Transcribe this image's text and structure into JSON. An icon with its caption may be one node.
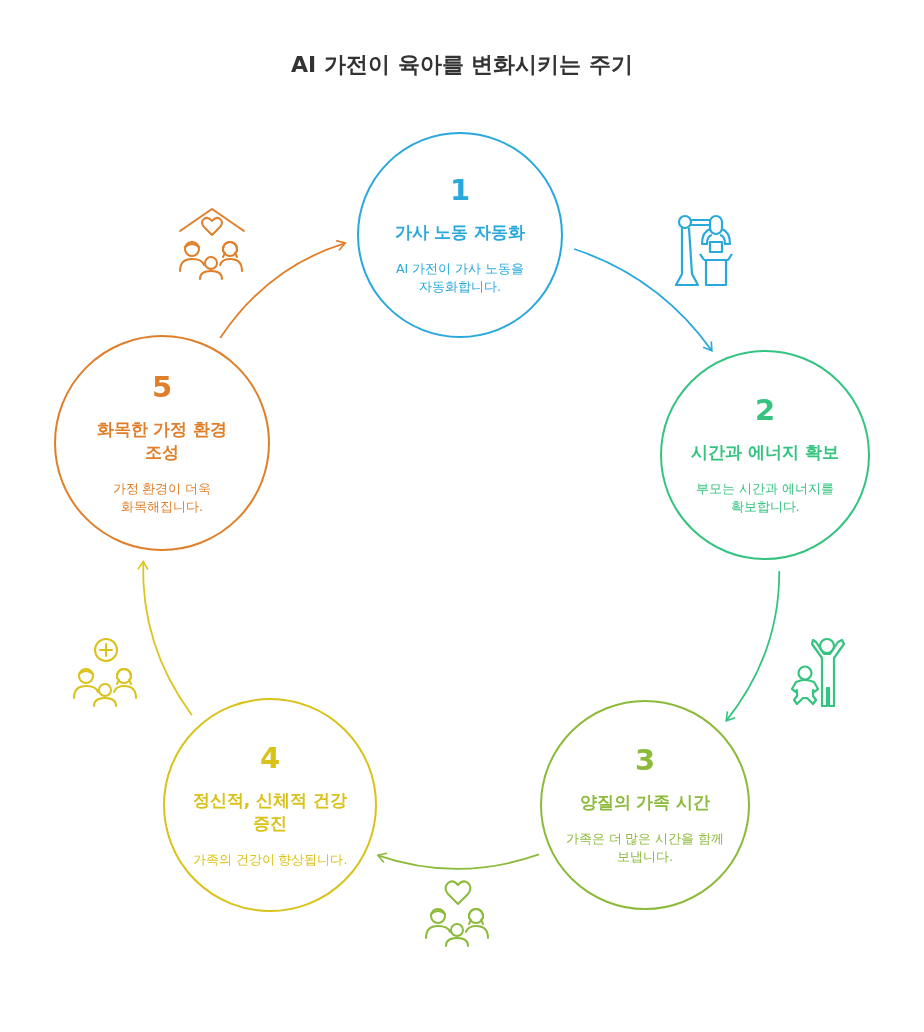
{
  "diagram": {
    "title": "AI 가전이 육아를 변화시키는 주기",
    "nodes": [
      {
        "text": [
          "1",
          "가사 노동 자동화",
          "AI 가전이 가사 노동을 자동화합니다."
        ]
      },
      {
        "text": [
          "2",
          "시간과 에너지 확보",
          "부모는 시간과 에너지를 확보합니다."
        ]
      },
      {
        "text": [
          "3",
          "양질의 가족 시간",
          "가족은 더 많은 시간을 함께 보냅니다."
        ]
      },
      {
        "text": [
          "4",
          "정신적, 신체적 건강 증진",
          "가족의 건강이 향상됩니다."
        ]
      },
      {
        "text": [
          "5",
          "화목한 가정 환경 조성",
          "가정 환경이 더욱 화목해집니다."
        ]
      }
    ],
    "edges": [
      {
        "from": 0,
        "to": 1,
        "arrow": "to",
        "color": "#29a8dc"
      },
      {
        "from": 1,
        "to": 2,
        "arrow": "to",
        "color": "#35c47f"
      },
      {
        "from": 2,
        "to": 3,
        "arrow": "to",
        "color": "#8cba3a"
      },
      {
        "from": 3,
        "to": 4,
        "arrow": "to",
        "color": "#dcc520"
      },
      {
        "from": 4,
        "to": 0,
        "arrow": "to",
        "color": "#e07f2a"
      }
    ]
  }
}
